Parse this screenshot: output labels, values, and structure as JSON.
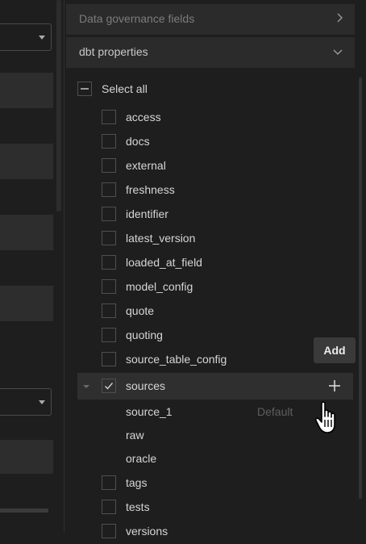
{
  "sections": {
    "data_governance": "Data governance fields",
    "dbt_properties": "dbt properties"
  },
  "select_all": "Select all",
  "properties": [
    "access",
    "docs",
    "external",
    "freshness",
    "identifier",
    "latest_version",
    "loaded_at_field",
    "model_config",
    "quote",
    "quoting",
    "source_table_config"
  ],
  "sources": {
    "label": "sources",
    "children": [
      {
        "label": "source_1",
        "hint": "Default"
      },
      {
        "label": "raw"
      },
      {
        "label": "oracle"
      }
    ]
  },
  "after": [
    "tags",
    "tests",
    "versions"
  ],
  "tooltip": "Add",
  "icons": {
    "chevron_right": "chevron-right-icon",
    "chevron_down": "chevron-down-icon",
    "plus": "plus-icon",
    "hand": "hand-cursor-icon"
  }
}
